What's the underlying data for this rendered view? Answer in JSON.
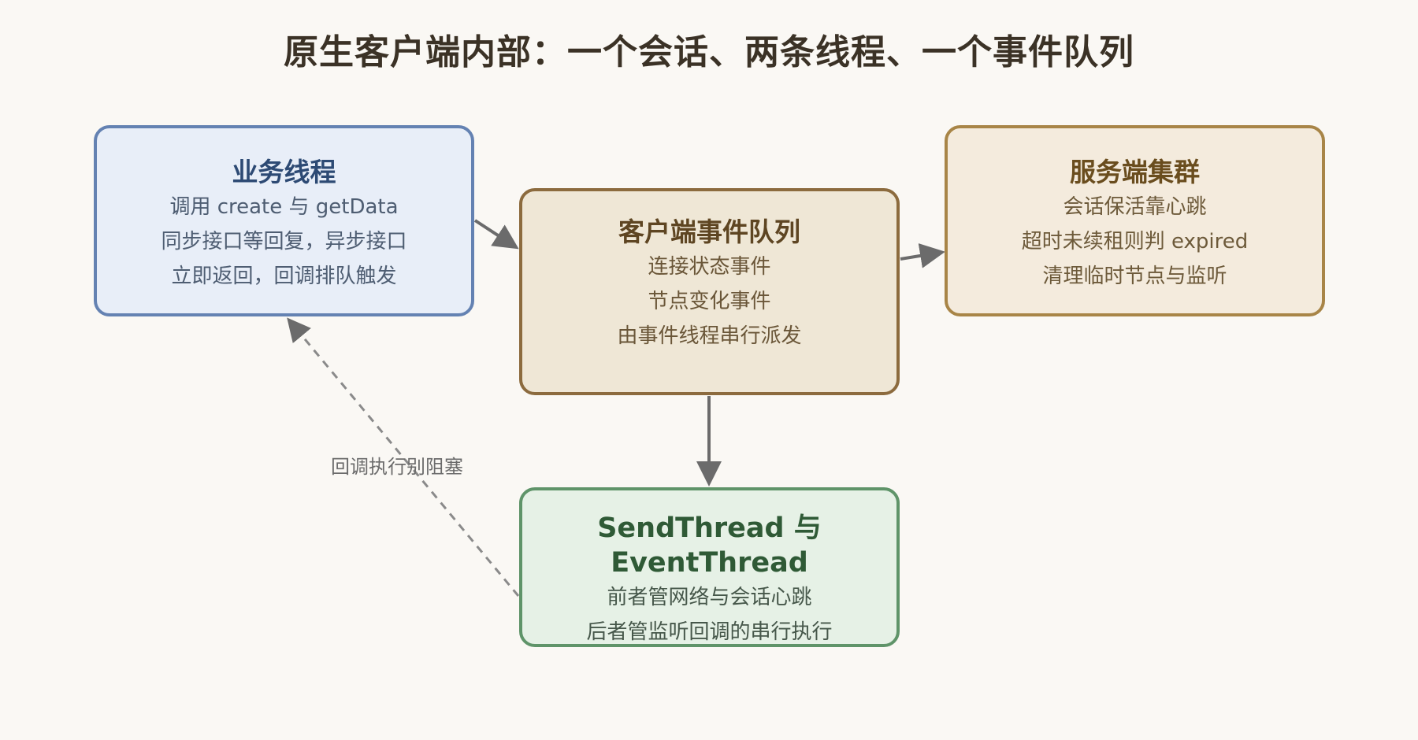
{
  "title": "原生客户端内部：一个会话、两条线程、一个事件队列",
  "nodes": {
    "business": {
      "title": "业务线程",
      "lines": [
        "调用 create 与 getData",
        "同步接口等回复，异步接口",
        "立即返回，回调排队触发"
      ]
    },
    "queue": {
      "title": "客户端事件队列",
      "lines": [
        "连接状态事件",
        "节点变化事件",
        "由事件线程串行派发"
      ]
    },
    "server": {
      "title": "服务端集群",
      "lines": [
        "会话保活靠心跳",
        "超时未续租则判 expired",
        "清理临时节点与监听"
      ]
    },
    "threads": {
      "title": "SendThread 与 EventThread",
      "lines": [
        "前者管网络与会话心跳",
        "后者管监听回调的串行执行"
      ]
    }
  },
  "edges": {
    "callback_label": "回调执行别阻塞"
  },
  "colors": {
    "background": "#faf8f4",
    "arrow": "#6b6b6b",
    "business_border": "#6482b2",
    "queue_border": "#8c6b3e",
    "server_border": "#a88547",
    "threads_border": "#5f9469"
  }
}
